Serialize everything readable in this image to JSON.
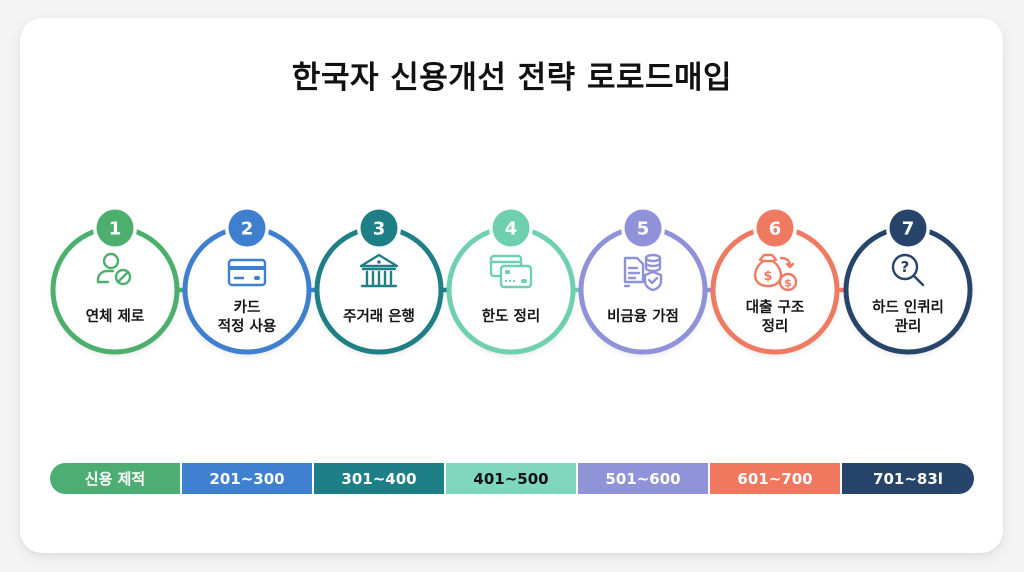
{
  "title": "한국자 신용개선 전략 로로드매입",
  "steps": [
    {
      "number": "1",
      "label_line1": "연체 제로",
      "label_line2": "",
      "icon": "user-blocked-icon",
      "color": "#4caf6e"
    },
    {
      "number": "2",
      "label_line1": "카드",
      "label_line2": "적정 사용",
      "icon": "credit-card-icon",
      "color": "#3f7fcf"
    },
    {
      "number": "3",
      "label_line1": "주거래 은행",
      "label_line2": "",
      "icon": "bank-icon",
      "color": "#1f7f86"
    },
    {
      "number": "4",
      "label_line1": "한도 정리",
      "label_line2": "",
      "icon": "cards-icon",
      "color": "#6fd0b0"
    },
    {
      "number": "5",
      "label_line1": "비금융 가점",
      "label_line2": "",
      "icon": "document-database-shield-icon",
      "color": "#8f92d9"
    },
    {
      "number": "6",
      "label_line1": "대출 구조",
      "label_line2": "정리",
      "icon": "money-bag-transfer-icon",
      "color": "#ef7a62"
    },
    {
      "number": "7",
      "label_line1": "하드 인퀴리",
      "label_line2": "관리",
      "icon": "magnifier-question-icon",
      "color": "#27446a"
    }
  ],
  "score_bar": [
    {
      "label": "신용 제적",
      "color": "#4cae72",
      "text_color": "#ffffff",
      "width": 132
    },
    {
      "label": "201~300",
      "color": "#3f80d0",
      "text_color": "#ffffff",
      "width": 132
    },
    {
      "label": "301~400",
      "color": "#1e7f86",
      "text_color": "#ffffff",
      "width": 132
    },
    {
      "label": "401~500",
      "color": "#7ed6bb",
      "text_color": "#111111",
      "width": 132
    },
    {
      "label": "501~600",
      "color": "#8f93d8",
      "text_color": "#ffffff",
      "width": 132
    },
    {
      "label": "601~700",
      "color": "#f0785f",
      "text_color": "#ffffff",
      "width": 132
    },
    {
      "label": "701~83l",
      "color": "#27446a",
      "text_color": "#ffffff",
      "width": 132
    }
  ]
}
